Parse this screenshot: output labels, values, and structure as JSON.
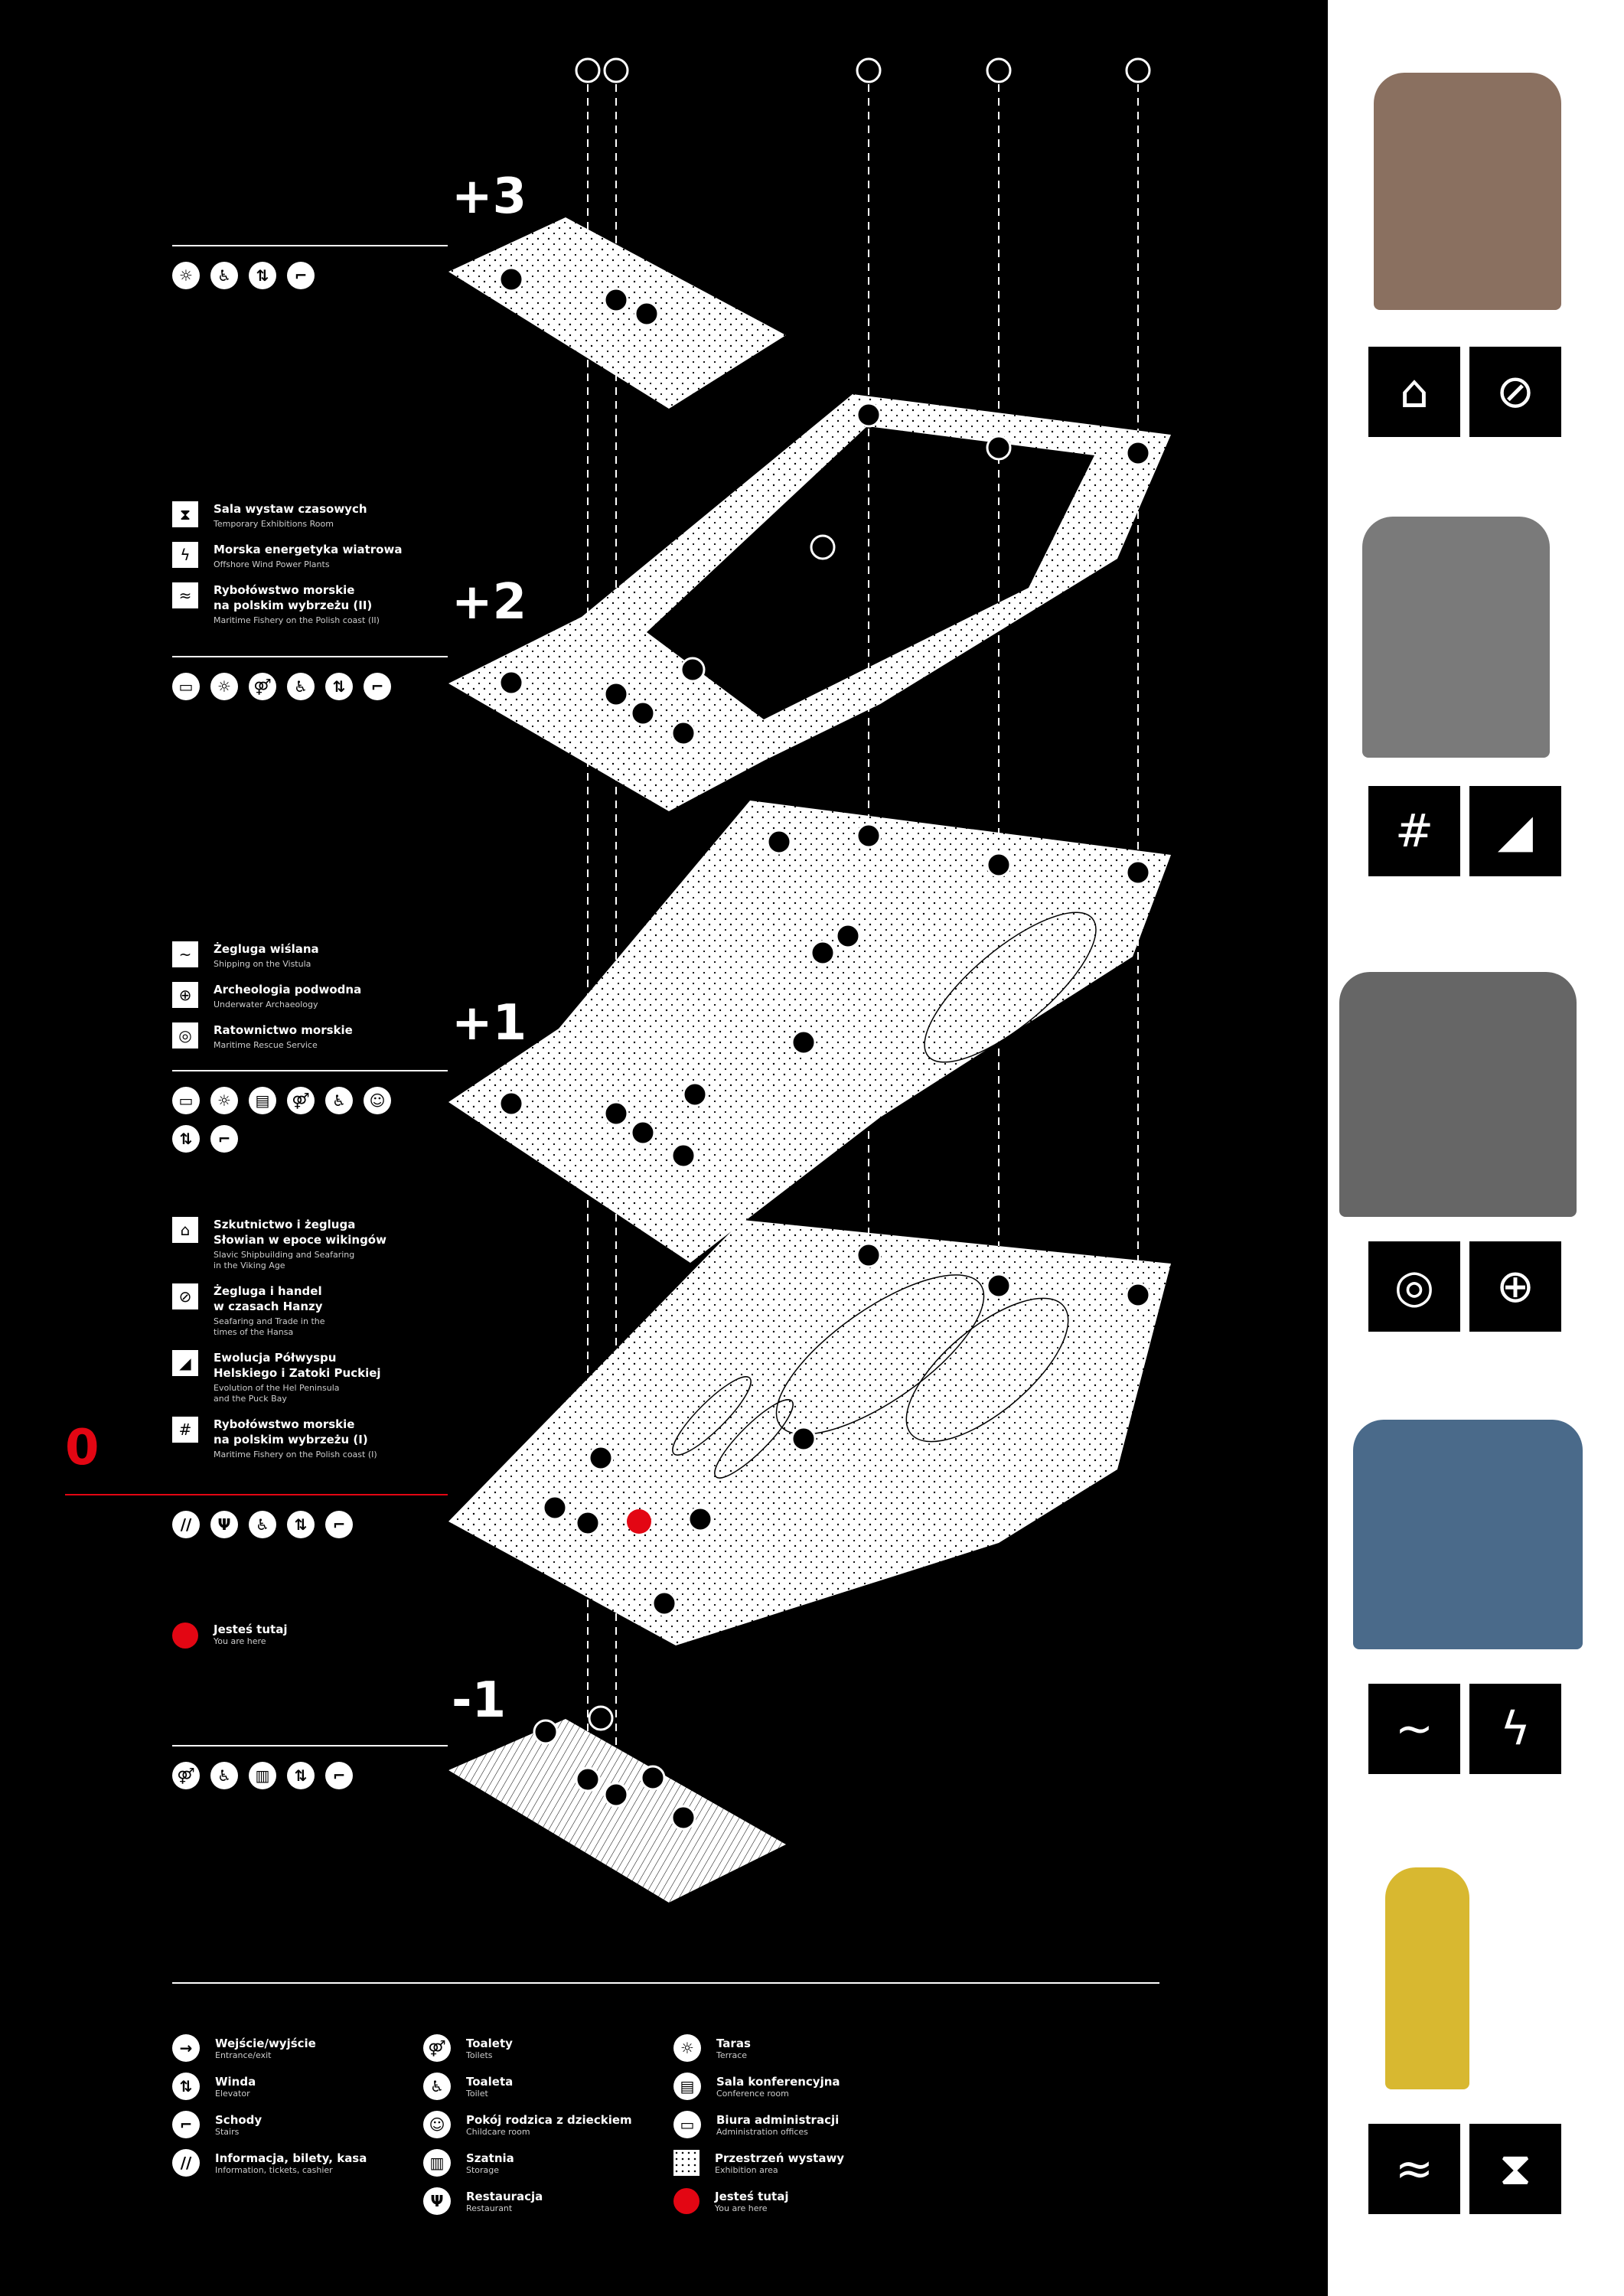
{
  "floors": [
    {
      "label": "+3",
      "services": [
        "terrace",
        "toilet-accessible",
        "elevator",
        "stairs"
      ],
      "exhibitions": []
    },
    {
      "label": "+2",
      "services": [
        "admin",
        "terrace",
        "toilets",
        "toilet-accessible",
        "elevator",
        "stairs"
      ],
      "exhibitions": [
        {
          "icon": "hourglass",
          "title": "Sala wystaw czasowych",
          "subtitle": "Temporary Exhibitions Room"
        },
        {
          "icon": "wind",
          "title": "Morska energetyka wiatrowa",
          "subtitle": "Offshore Wind Power Plants"
        },
        {
          "icon": "fish",
          "title": "Rybołówstwo morskie\nna polskim wybrzeżu (II)",
          "subtitle": "Maritime Fishery on the Polish coast (II)"
        }
      ]
    },
    {
      "label": "+1",
      "services": [
        "admin",
        "terrace",
        "conference",
        "toilets",
        "toilet-accessible",
        "childcare",
        "elevator",
        "stairs"
      ],
      "exhibitions": [
        {
          "icon": "river",
          "title": "Żegluga wiślana",
          "subtitle": "Shipping on the Vistula"
        },
        {
          "icon": "diver",
          "title": "Archeologia podwodna",
          "subtitle": "Underwater Archaeology"
        },
        {
          "icon": "lifebuoy",
          "title": "Ratownictwo morskie",
          "subtitle": "Maritime Rescue Service"
        }
      ]
    },
    {
      "label": "0",
      "services": [
        "info",
        "restaurant",
        "toilet-accessible",
        "elevator",
        "stairs"
      ],
      "exhibitions": [
        {
          "icon": "viking-ship",
          "title": "Szkutnictwo i żegluga\nSłowian w epoce wikingów",
          "subtitle": "Slavic Shipbuilding and Seafaring\nin the Viking Age"
        },
        {
          "icon": "hansa",
          "title": "Żegluga i handel\nw czasach Hanzy",
          "subtitle": "Seafaring and Trade in the\ntimes of the Hansa"
        },
        {
          "icon": "peninsula",
          "title": "Ewolucja Półwyspu\nHelskiego i Zatoki Puckiej",
          "subtitle": "Evolution of the Hel Peninsula\nand the Puck Bay"
        },
        {
          "icon": "net",
          "title": "Rybołówstwo morskie\nna polskim wybrzeżu (I)",
          "subtitle": "Maritime Fishery on the Polish coast (I)"
        }
      ],
      "here": {
        "title": "Jesteś tutaj",
        "subtitle": "You are here"
      }
    },
    {
      "label": "-1",
      "services": [
        "toilets",
        "toilet-accessible",
        "storage",
        "elevator",
        "stairs"
      ],
      "exhibitions": []
    }
  ],
  "legend": [
    [
      {
        "icon": "entrance",
        "title": "Wejście/wyjście",
        "subtitle": "Entrance/exit"
      },
      {
        "icon": "elevator",
        "title": "Winda",
        "subtitle": "Elevator"
      },
      {
        "icon": "stairs",
        "title": "Schody",
        "subtitle": "Stairs"
      },
      {
        "icon": "info",
        "title": "Informacja, bilety, kasa",
        "subtitle": "Information, tickets, cashier"
      }
    ],
    [
      {
        "icon": "toilets",
        "title": "Toalety",
        "subtitle": "Toilets"
      },
      {
        "icon": "toilet-accessible",
        "title": "Toaleta",
        "subtitle": "Toilet"
      },
      {
        "icon": "childcare",
        "title": "Pokój rodzica z dzieckiem",
        "subtitle": "Childcare room"
      },
      {
        "icon": "storage",
        "title": "Szatnia",
        "subtitle": "Storage"
      },
      {
        "icon": "restaurant",
        "title": "Restauracja",
        "subtitle": "Restaurant"
      }
    ],
    [
      {
        "icon": "terrace",
        "title": "Taras",
        "subtitle": "Terrace"
      },
      {
        "icon": "conference",
        "title": "Sala konferencyjna",
        "subtitle": "Conference room"
      },
      {
        "icon": "admin",
        "title": "Biura administracji",
        "subtitle": "Administration offices"
      },
      {
        "icon": "exhibition-area",
        "title": "Przestrzeń wystawy",
        "subtitle": "Exhibition area"
      },
      {
        "icon": "you-are-here",
        "title": "Jesteś tutaj",
        "subtitle": "You are here"
      }
    ]
  ],
  "colors": {
    "background": "#000000",
    "accent": "#e30613",
    "foreground": "#ffffff"
  }
}
